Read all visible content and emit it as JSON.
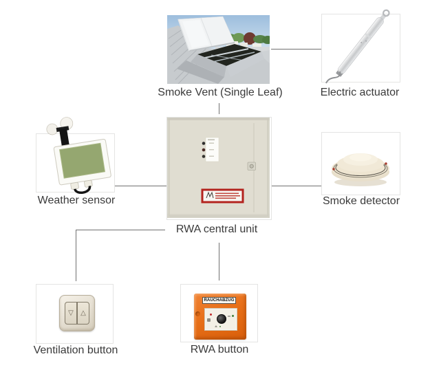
{
  "diagram": {
    "nodes": {
      "smoke_vent": {
        "label": "Smoke Vent (Single Leaf)"
      },
      "electric_actuator": {
        "label": "Electric actuator"
      },
      "weather_sensor": {
        "label": "Weather sensor"
      },
      "rwa_central_unit": {
        "label": "RWA central unit"
      },
      "smoke_detector": {
        "label": "Smoke detector"
      },
      "ventilation_button": {
        "label": "Ventilation button",
        "down_symbol": "▽",
        "up_symbol": "△"
      },
      "rwa_button": {
        "label": "RWA button",
        "device_text": "RAUCHABZUG"
      }
    },
    "connections": [
      {
        "from": "smoke_vent",
        "to": "electric_actuator"
      },
      {
        "from": "smoke_vent",
        "to": "rwa_central_unit"
      },
      {
        "from": "weather_sensor",
        "to": "rwa_central_unit"
      },
      {
        "from": "rwa_central_unit",
        "to": "smoke_detector"
      },
      {
        "from": "rwa_central_unit",
        "to": "ventilation_button"
      },
      {
        "from": "rwa_central_unit",
        "to": "rwa_button"
      }
    ],
    "colors": {
      "connector_line": "#707070",
      "box_border": "#e4e4e3",
      "label_text": "#3a3a3a",
      "rwa_button_orange": "#e8711c",
      "cabinet_beige": "#e0ddd1",
      "warning_label_red": "#b3231e",
      "sensor_panel_green": "#95a770"
    }
  }
}
